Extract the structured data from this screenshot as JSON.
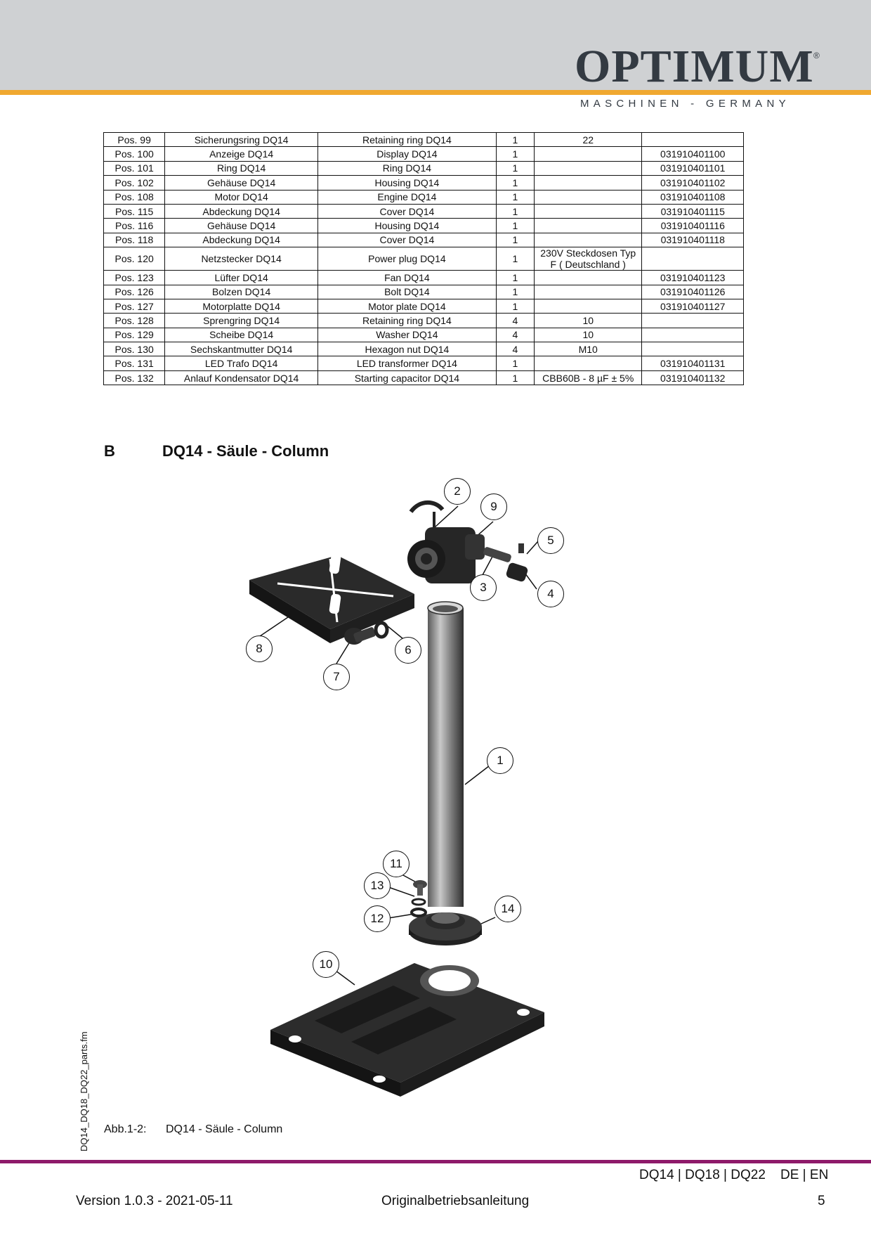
{
  "header": {
    "brand": "OPTIMUM",
    "registered": "®",
    "tagline": "MASCHINEN - GERMANY"
  },
  "parts_table": {
    "rows": [
      [
        "Pos. 99",
        "Sicherungsring DQ14",
        "Retaining ring DQ14",
        "1",
        "22",
        ""
      ],
      [
        "Pos. 100",
        "Anzeige DQ14",
        "Display DQ14",
        "1",
        "",
        "031910401100"
      ],
      [
        "Pos. 101",
        "Ring DQ14",
        "Ring DQ14",
        "1",
        "",
        "031910401101"
      ],
      [
        "Pos. 102",
        "Gehäuse DQ14",
        "Housing DQ14",
        "1",
        "",
        "031910401102"
      ],
      [
        "Pos. 108",
        "Motor DQ14",
        "Engine DQ14",
        "1",
        "",
        "031910401108"
      ],
      [
        "Pos. 115",
        "Abdeckung DQ14",
        "Cover DQ14",
        "1",
        "",
        "031910401115"
      ],
      [
        "Pos. 116",
        "Gehäuse DQ14",
        "Housing DQ14",
        "1",
        "",
        "031910401116"
      ],
      [
        "Pos. 118",
        "Abdeckung DQ14",
        "Cover DQ14",
        "1",
        "",
        "031910401118"
      ],
      [
        "Pos. 120",
        "Netzstecker DQ14",
        "Power plug DQ14",
        "1",
        "230V Steckdosen Typ F ( Deutschland )",
        ""
      ],
      [
        "Pos. 123",
        "Lüfter DQ14",
        "Fan DQ14",
        "1",
        "",
        "031910401123"
      ],
      [
        "Pos. 126",
        "Bolzen DQ14",
        "Bolt DQ14",
        "1",
        "",
        "031910401126"
      ],
      [
        "Pos. 127",
        "Motorplatte DQ14",
        "Motor plate DQ14",
        "1",
        "",
        "031910401127"
      ],
      [
        "Pos. 128",
        "Sprengring DQ14",
        "Retaining ring DQ14",
        "4",
        "10",
        ""
      ],
      [
        "Pos. 129",
        "Scheibe DQ14",
        "Washer DQ14",
        "4",
        "10",
        ""
      ],
      [
        "Pos. 130",
        "Sechskantmutter DQ14",
        "Hexagon nut DQ14",
        "4",
        "M10",
        ""
      ],
      [
        "Pos. 131",
        "LED Trafo DQ14",
        "LED transformer DQ14",
        "1",
        "",
        "031910401131"
      ],
      [
        "Pos. 132",
        "Anlauf Kondensator DQ14",
        "Starting capacitor DQ14",
        "1",
        "CBB60B - 8 µF ± 5%",
        "031910401132"
      ]
    ]
  },
  "section": {
    "letter": "B",
    "title": "DQ14 - Säule - Column"
  },
  "drawing": {
    "callouts": [
      "1",
      "2",
      "3",
      "4",
      "5",
      "6",
      "7",
      "8",
      "9",
      "10",
      "11",
      "12",
      "13",
      "14"
    ]
  },
  "caption": {
    "label": "Abb.1-2:",
    "title": "DQ14 - Säule - Column"
  },
  "side_filename": "DQ14_DQ18_DQ22_parts.fm",
  "footer": {
    "models": "DQ14 | DQ18 | DQ22    DE | EN",
    "version": "Version 1.0.3 - 2021-05-11",
    "document": "Originalbetriebsanleitung",
    "page": "5"
  }
}
